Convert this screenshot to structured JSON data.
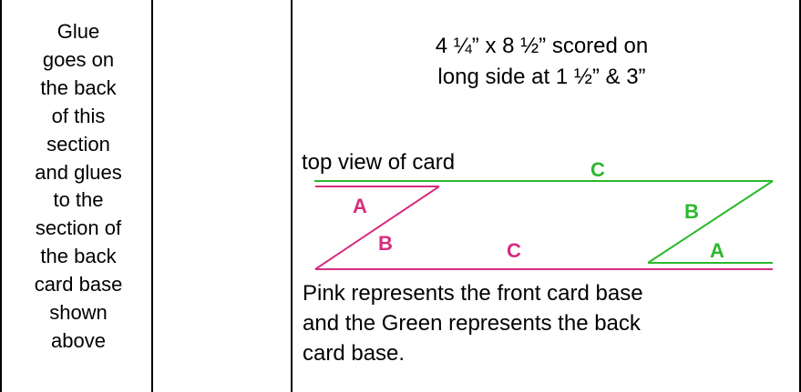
{
  "column1_text": [
    "Glue",
    "goes on",
    "the back",
    "of this",
    "section",
    "and glues",
    "to the",
    "section of",
    "the back",
    "card base",
    "shown",
    "above"
  ],
  "heading": [
    "4 ¼” x 8 ½” scored on",
    "long side at 1 ½” & 3”"
  ],
  "diagram": {
    "top_view_label": "top view of card",
    "labels": {
      "green_c": "C",
      "pink_a": "A",
      "pink_b": "B",
      "pink_c": "C",
      "green_b": "B",
      "green_a": "A"
    }
  },
  "caption": [
    "Pink represents the front card base",
    "and the Green represents the back",
    "card base."
  ],
  "colors": {
    "pink": "#d62d7e",
    "green": "#2cb82c",
    "border": "#000000"
  }
}
